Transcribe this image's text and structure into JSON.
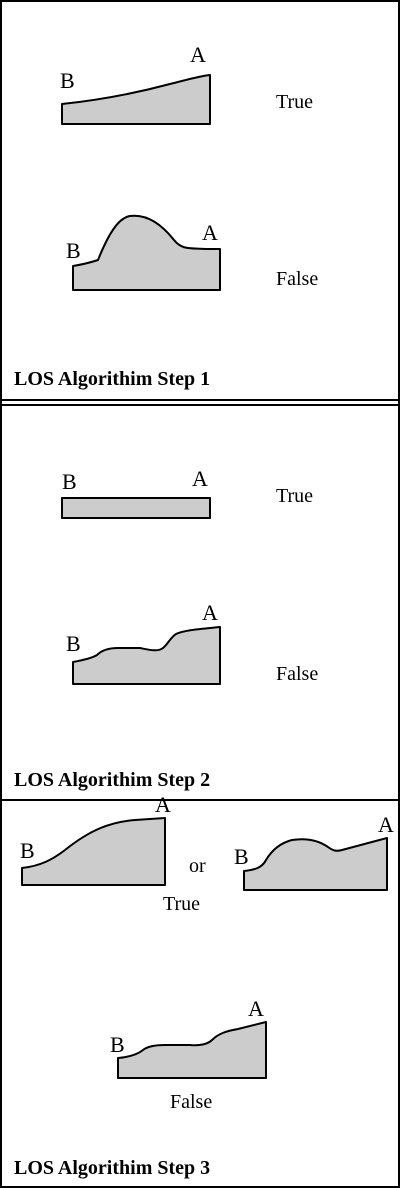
{
  "panels": [
    {
      "caption": "LOS Algorithim Step 1",
      "examples": [
        {
          "label_b": "B",
          "label_a": "A",
          "result": "True"
        },
        {
          "label_b": "B",
          "label_a": "A",
          "result": "False"
        }
      ]
    },
    {
      "caption": "LOS Algorithim Step 2",
      "examples": [
        {
          "label_b": "B",
          "label_a": "A",
          "result": "True"
        },
        {
          "label_b": "B",
          "label_a": "A",
          "result": "False"
        }
      ]
    },
    {
      "caption": "LOS Algorithim Step 3",
      "examples": [
        {
          "label_b": "B",
          "label_a": "A"
        },
        {
          "label_b": "B",
          "label_a": "A"
        },
        {
          "label_b": "B",
          "label_a": "A",
          "result": "False"
        }
      ],
      "connector": "or",
      "result_top": "True"
    }
  ],
  "colors": {
    "terrain_fill": "#cccccc",
    "outline": "#000000"
  }
}
